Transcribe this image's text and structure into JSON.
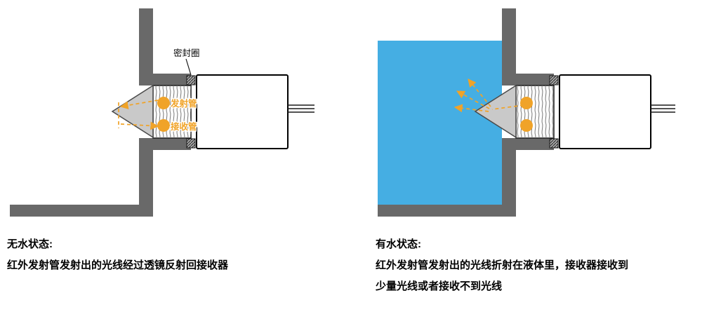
{
  "colors": {
    "wall": "#696969",
    "water": "#45aee3",
    "orange": "#f0a328",
    "cone": "#c9c9c9"
  },
  "left": {
    "seal_label": "密封圈",
    "emitter_label": "发射管",
    "receiver_label": "接收管",
    "caption_title": "无水状态:",
    "caption_lines": [
      "红外发射管发射出的光线经过透镜反射回接收器"
    ]
  },
  "right": {
    "caption_title": "有水状态:",
    "caption_lines": [
      "红外发射管发射出的光线折射在液体里，接收器接收到",
      "少量光线或者接收不到光线"
    ]
  }
}
